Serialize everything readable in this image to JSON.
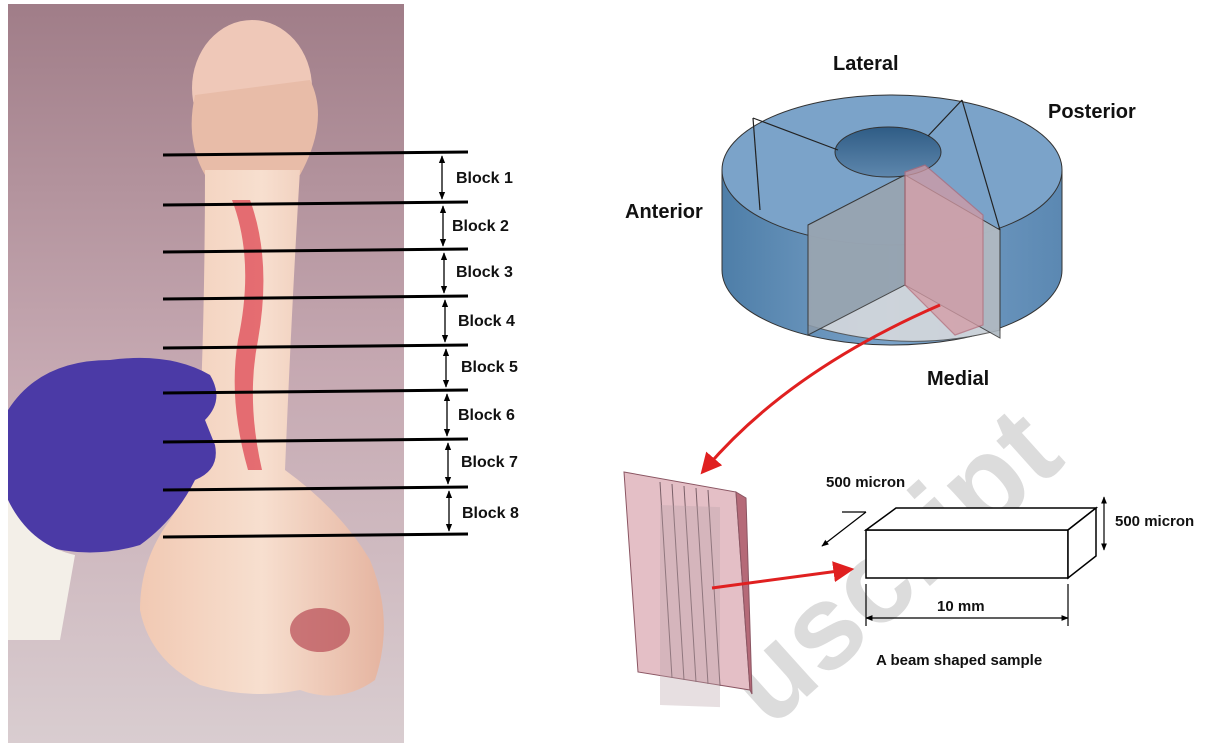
{
  "blocks": [
    "Block 1",
    "Block 2",
    "Block 3",
    "Block 4",
    "Block 5",
    "Block 6",
    "Block 7",
    "Block 8"
  ],
  "orientation": {
    "lateral": "Lateral",
    "posterior": "Posterior",
    "anterior": "Anterior",
    "medial": "Medial"
  },
  "beam": {
    "width_label": "500 micron",
    "height_label": "500 micron",
    "length_label": "10 mm",
    "caption": "A beam shaped sample"
  },
  "watermark": "uscript",
  "colors": {
    "cylinder": "#7ba3c9",
    "sample": "#d49aa4",
    "arrow": "#e02020",
    "glove": "#4b3aa6"
  }
}
